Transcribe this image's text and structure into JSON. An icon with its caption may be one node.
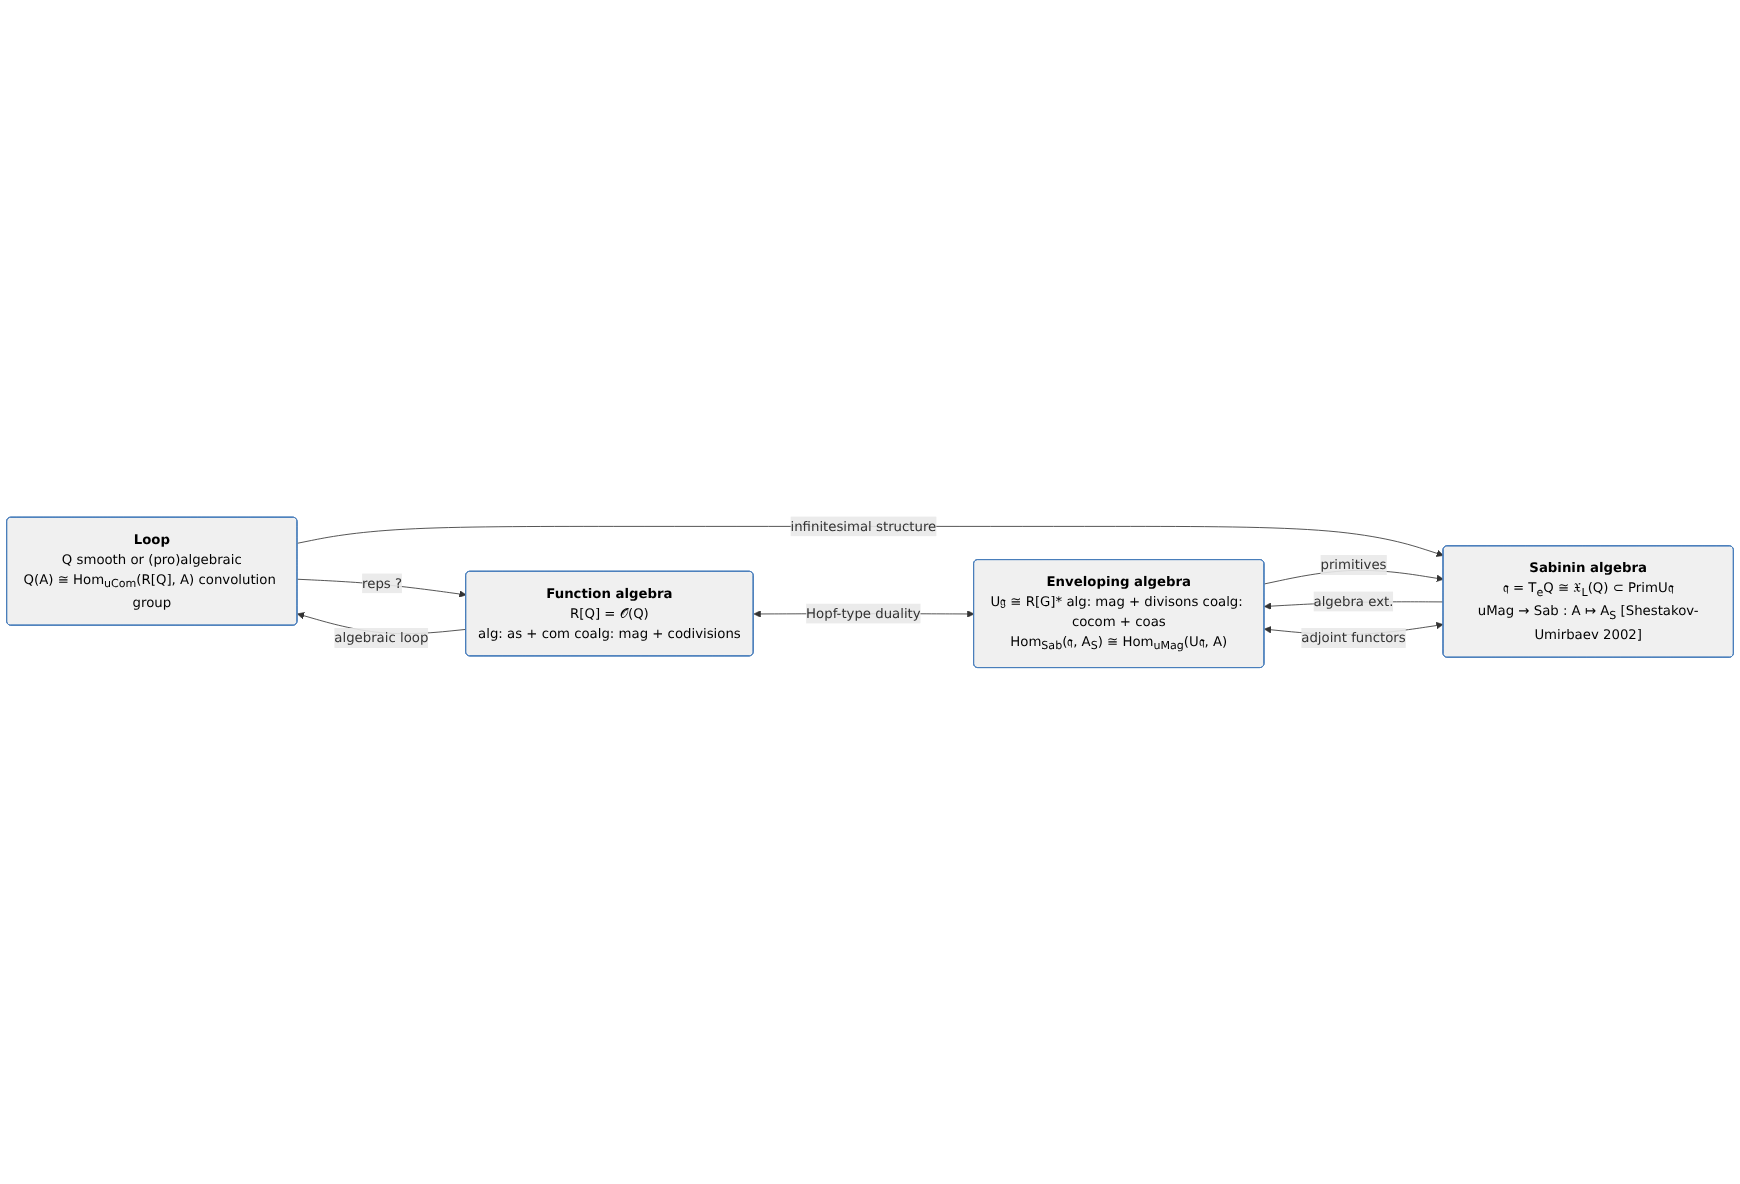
{
  "diagram": {
    "nodes": [
      {
        "text": [
          "Loop",
          "Q smooth or (pro)algebraic",
          "Q(A) ≅ Hom$_{uCom}$(R[Q], A) convolution group"
        ]
      },
      {
        "text": [
          "Function algebra",
          "R[Q] = 𝒪(Q)",
          "alg: as + com coalg: mag + codivisions"
        ]
      },
      {
        "text": [
          "Sabinin algebra",
          "𝔮 = T$_{e}$Q ≅ 𝔛$_{L}$(Q) ⊂ PrimU𝔮",
          "uMag → Sab : A ↦ A$_{S}$ [Shestakov-Umirbaev 2002]"
        ]
      },
      {
        "text": [
          "Enveloping algebra",
          "U𝔤 ≅ R[G]* alg: mag + divisons coalg: cocom + coas",
          "Hom$_{Sab}$(𝔮, A$_{S}$) ≅ Hom$_{uMag}$(U𝔮, A)"
        ]
      }
    ],
    "edges": [
      {
        "from": 0,
        "to": 1,
        "arrow": "to",
        "label": "reps ?"
      },
      {
        "from": 1,
        "to": 0,
        "arrow": "to",
        "label": "algebraic loop"
      },
      {
        "from": 0,
        "to": 2,
        "arrow": "to",
        "label": "infinitesimal structure"
      },
      {
        "from": 1,
        "to": 3,
        "arrow": "both",
        "label": "Hopf-type duality"
      },
      {
        "from": 2,
        "to": 3,
        "arrow": "to",
        "label": "algebra ext."
      },
      {
        "from": 3,
        "to": 2,
        "arrow": "to",
        "label": "primitives"
      },
      {
        "from": 2,
        "to": 3,
        "arrow": "both",
        "label": "adjoint functors"
      }
    ]
  }
}
